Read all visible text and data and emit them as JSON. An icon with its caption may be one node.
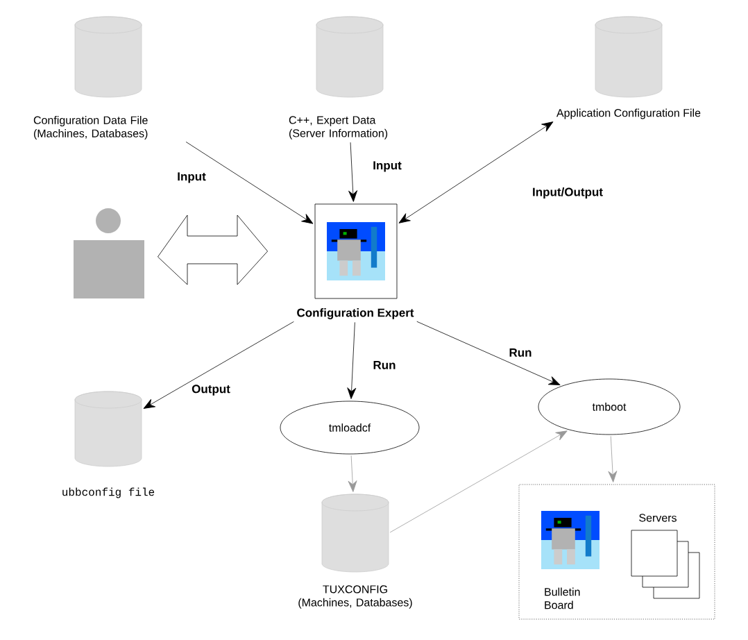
{
  "diagram": {
    "nodes": [
      {
        "text": [
          "Configuration Data File (Machines, Databases)"
        ]
      },
      {
        "text": [
          "C++, Expert Data (Server Information)"
        ]
      },
      {
        "text": [
          "Application Configuration File"
        ]
      },
      {
        "text": [],
        "shape": "person"
      },
      {
        "text": [
          "Configuration Expert"
        ]
      },
      {
        "text": [
          "ubbconfig file"
        ]
      },
      {
        "text": [
          "tmloadcf"
        ]
      },
      {
        "text": [
          "tmboot"
        ]
      },
      {
        "text": [
          "TUXCONFIG (Machines, Databases)"
        ]
      },
      {
        "text": [],
        "shape": "box"
      },
      {
        "text": [
          "Bulletin Board"
        ],
        "in": 9
      },
      {
        "text": [
          "Servers"
        ],
        "in": 9
      }
    ],
    "edges": [
      {
        "from": 0,
        "to": 4,
        "arrow": "to",
        "label": "Input"
      },
      {
        "from": 1,
        "to": 4,
        "arrow": "to",
        "label": "Input"
      },
      {
        "from": 4,
        "to": 2,
        "arrow": "both",
        "label": "Input/Output"
      },
      {
        "from": 3,
        "to": 4,
        "arrow": "both",
        "style": "thick"
      },
      {
        "from": 4,
        "to": 5,
        "arrow": "to",
        "label": "Output"
      },
      {
        "from": 4,
        "to": 6,
        "arrow": "to",
        "label": "Run"
      },
      {
        "from": 4,
        "to": 7,
        "arrow": "to",
        "label": "Run"
      },
      {
        "from": 6,
        "to": 8,
        "arrow": "to",
        "color": "#999999"
      },
      {
        "from": 8,
        "to": 7,
        "arrow": "to",
        "color": "#999999"
      },
      {
        "from": 7,
        "to": 9,
        "arrow": "to",
        "color": "#999999"
      }
    ]
  }
}
